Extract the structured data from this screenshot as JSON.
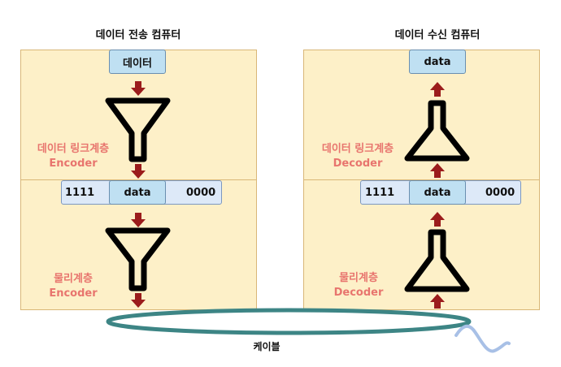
{
  "sender": {
    "title": "데이터 전송 컴퓨터",
    "top_data": "데이터",
    "frame": {
      "left": "1111",
      "middle": "data",
      "right": "0000"
    },
    "datalink_label": [
      "데이터 링크계층",
      "Encoder"
    ],
    "physical_label": [
      "물리계층",
      "Encoder"
    ]
  },
  "receiver": {
    "title": "데이터 수신 컴퓨터",
    "top_data": "data",
    "frame": {
      "left": "1111",
      "middle": "data",
      "right": "0000"
    },
    "datalink_label": [
      "데이터 링크계층",
      "Decoder"
    ],
    "physical_label": [
      "물리계층",
      "Decoder"
    ]
  },
  "cable": {
    "label": "케이블"
  },
  "colors": {
    "panel_fill": "#fdf0c8",
    "panel_border": "#d9b777",
    "data_box": "#bfe0f2",
    "frame_box": "#dde9f8",
    "arrow": "#9b1c1c",
    "label_text": "#e8756e",
    "cable": "#3d8585",
    "wave": "#a8c0e6"
  }
}
